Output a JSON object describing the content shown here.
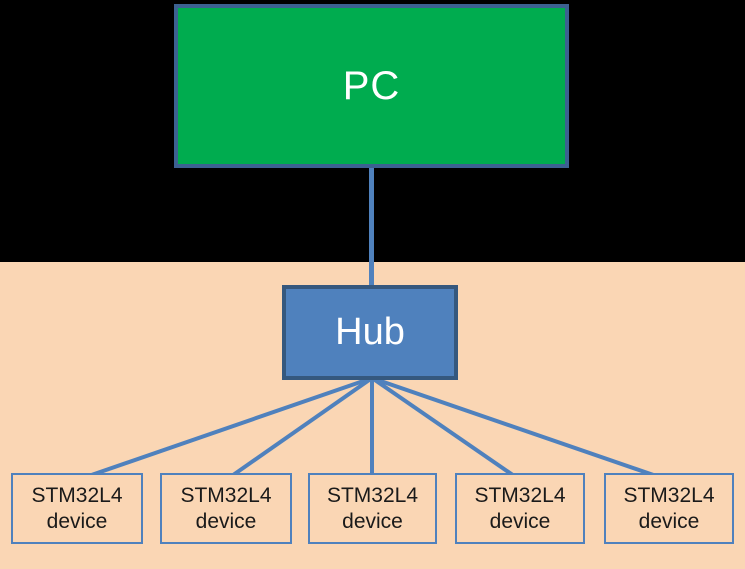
{
  "diagram": {
    "pc": {
      "label": "PC"
    },
    "hub": {
      "label": "Hub"
    },
    "devices": [
      {
        "line1": "STM32L4",
        "line2": "device"
      },
      {
        "line1": "STM32L4",
        "line2": "device"
      },
      {
        "line1": "STM32L4",
        "line2": "device"
      },
      {
        "line1": "STM32L4",
        "line2": "device"
      },
      {
        "line1": "STM32L4",
        "line2": "device"
      }
    ],
    "edges": [
      {
        "from": "pc",
        "to": "hub"
      },
      {
        "from": "hub",
        "to": "device-1"
      },
      {
        "from": "hub",
        "to": "device-2"
      },
      {
        "from": "hub",
        "to": "device-3"
      },
      {
        "from": "hub",
        "to": "device-4"
      },
      {
        "from": "hub",
        "to": "device-5"
      }
    ]
  },
  "colors": {
    "background_top": "#000000",
    "background_bottom": "#FAD6B4",
    "pc_fill": "#00AC4F",
    "pc_border": "#3C6191",
    "pc_text": "#FFFFFF",
    "hub_fill": "#4F81BD",
    "hub_border": "#35587E",
    "hub_text": "#FFFFFF",
    "device_border": "#4F81BD",
    "device_text": "#1A1A1A",
    "connector": "#4F81BD"
  }
}
